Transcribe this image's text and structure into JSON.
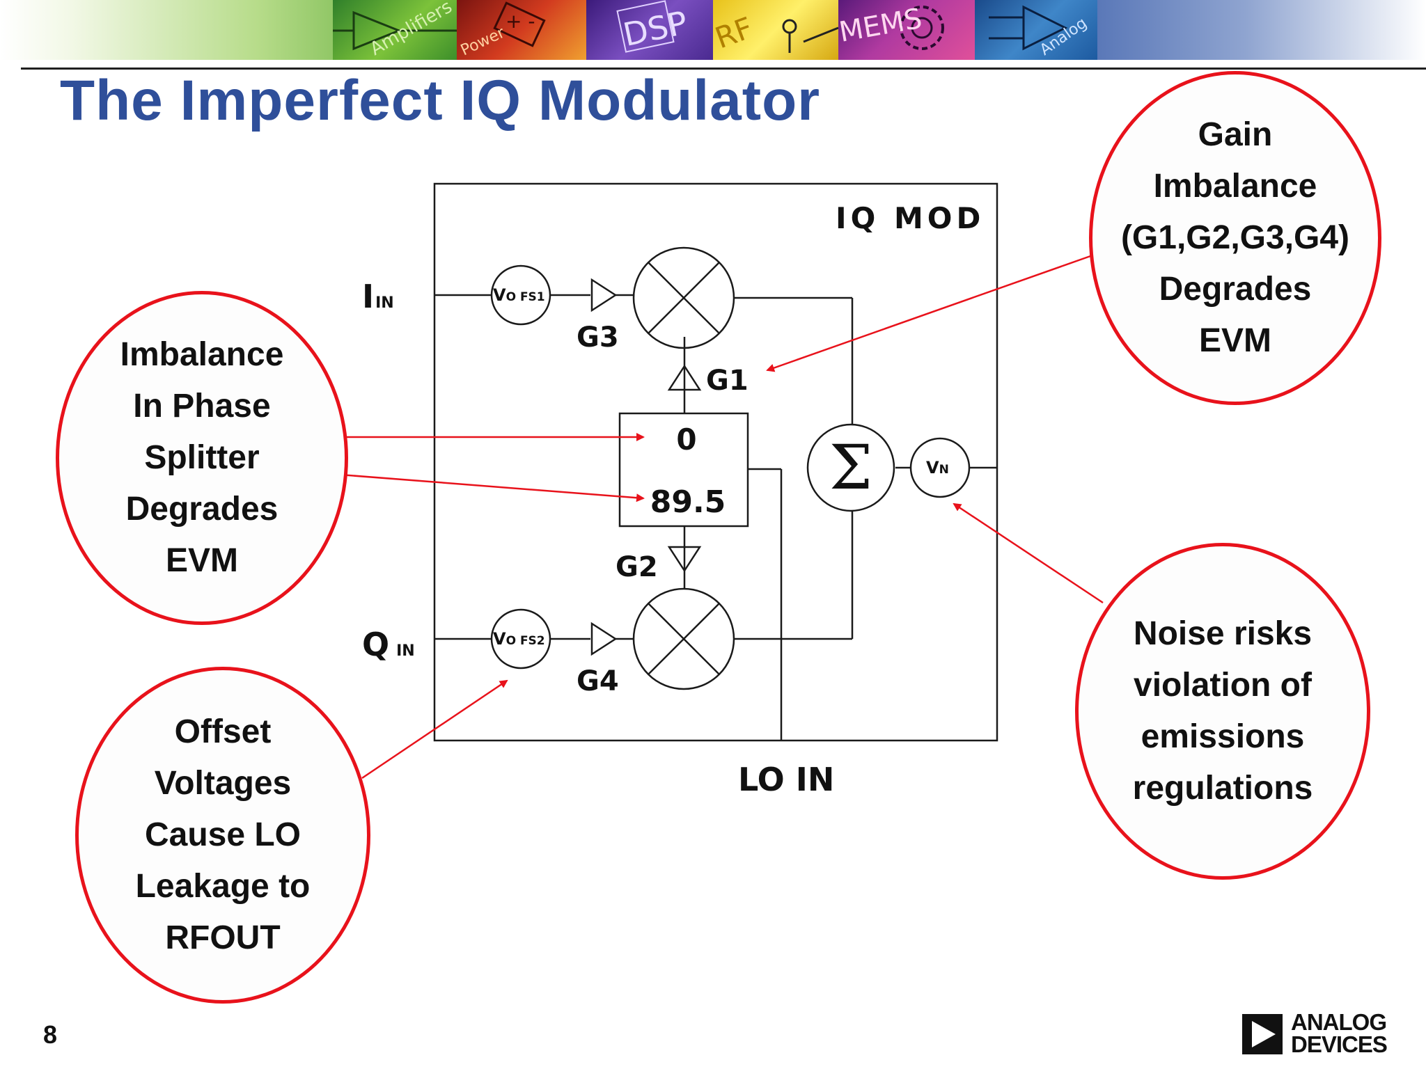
{
  "slide": {
    "title": "The Imperfect IQ Modulator",
    "page_number": "8"
  },
  "banner": {
    "tiles": [
      "Amplifiers",
      "Power",
      "DSP",
      "RF",
      "MEMS",
      "Analog"
    ]
  },
  "diagram": {
    "block_label": "IQ MOD",
    "i_input": {
      "main": "I",
      "sub": "IN"
    },
    "q_input": {
      "main": "Q",
      "sub": "IN"
    },
    "lo_input": "LO IN",
    "offset_1": {
      "main": "V",
      "sub": "O FS1"
    },
    "offset_2": {
      "main": "V",
      "sub": "O FS2"
    },
    "noise_source": {
      "main": "V",
      "sub": "N"
    },
    "gains": {
      "g1": "G1",
      "g2": "G2",
      "g3": "G3",
      "g4": "G4"
    },
    "phase_top": "0",
    "phase_bottom": "89.5",
    "summer_symbol": "Σ"
  },
  "callouts": {
    "gain": [
      "Gain",
      "Imbalance",
      "(G1,G2,G3,G4)",
      "Degrades",
      "EVM"
    ],
    "phase": [
      "Imbalance",
      "In Phase",
      "Splitter",
      "Degrades",
      "EVM"
    ],
    "offset": [
      "Offset",
      "Voltages",
      "Cause LO",
      "Leakage to",
      "RFOUT"
    ],
    "noise": [
      "Noise risks",
      "violation of",
      "emissions",
      "regulations"
    ]
  },
  "logo": {
    "line1": "ANALOG",
    "line2": "DEVICES"
  },
  "colors": {
    "title": "#2f4f9a",
    "callout_border": "#e8121b",
    "arrow": "#e8121b"
  }
}
